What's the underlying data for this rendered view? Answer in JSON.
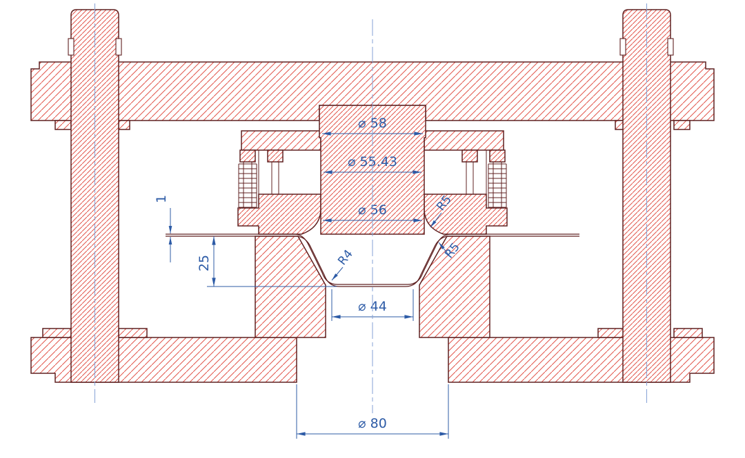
{
  "drawing": {
    "dimensions": {
      "d58": "⌀ 58",
      "d5543": "⌀ 55.43",
      "d56": "⌀ 56",
      "d44": "⌀ 44",
      "d80": "⌀ 80",
      "r5_top": "R5",
      "r4": "R4",
      "r5_side": "R5",
      "depth": "25",
      "thickness": "1"
    },
    "colors": {
      "outline": "#5f2020",
      "hatch": "#e2554b",
      "dimension": "#2d5ba6",
      "centerline": "#85a2d6",
      "background": "#ffffff"
    }
  }
}
